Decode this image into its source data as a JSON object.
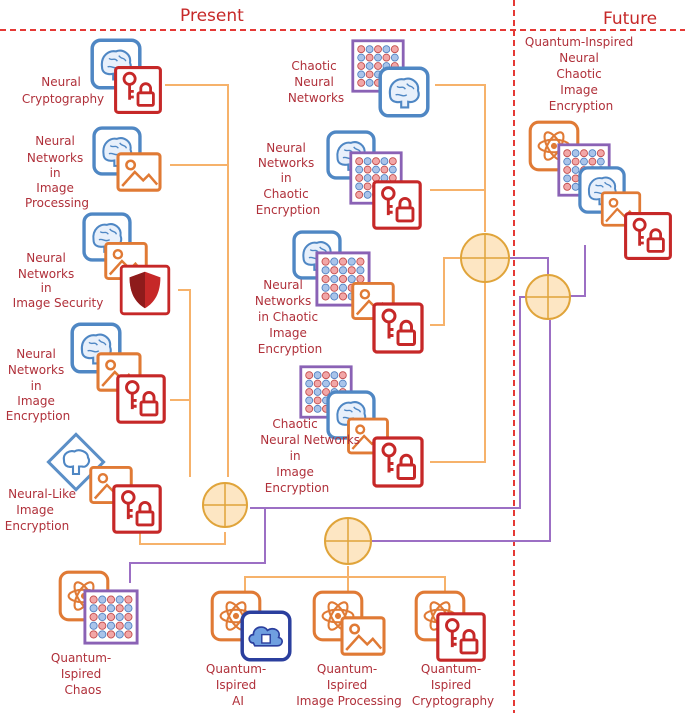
{
  "sections": {
    "present": "Present",
    "future": "Future"
  },
  "colors": {
    "divider": "#e53935",
    "orange_line": "#f6b26b",
    "purple_line": "#9c6fc4",
    "node_fill": "#fde6c3",
    "node_stroke": "#e0a43a",
    "card_red": "#c62828",
    "card_orange": "#e8833a",
    "card_blue": "#5b8fc7",
    "card_purple": "#8a62b5"
  },
  "nodes": {
    "neural_cryptography": {
      "lines": [
        "Neural",
        "Cryptography"
      ],
      "icons": [
        "brain-icon",
        "key-lock-icon"
      ]
    },
    "nn_image_processing": {
      "lines": [
        "Neural",
        "Networks",
        "in",
        "Image",
        "Processing"
      ],
      "icons": [
        "brain-icon",
        "image-icon"
      ]
    },
    "nn_image_security": {
      "lines": [
        "Neural",
        "Networks",
        "in",
        "Image Security"
      ],
      "icons": [
        "brain-icon",
        "image-icon",
        "shield-icon"
      ]
    },
    "nn_image_encryption": {
      "lines": [
        "Neural",
        "Networks",
        "in",
        "Image",
        "Encryption"
      ],
      "icons": [
        "brain-icon",
        "image-icon",
        "key-lock-icon"
      ]
    },
    "neural_like_encryption": {
      "lines": [
        "Neural-Like",
        "Image",
        "Encryption"
      ],
      "icons": [
        "tree-icon",
        "image-icon",
        "key-lock-icon"
      ]
    },
    "chaotic_nn": {
      "lines": [
        "Chaotic",
        "Neural",
        "Networks"
      ],
      "icons": [
        "dot-grid-icon",
        "brain-icon"
      ]
    },
    "nn_chaotic_encryption": {
      "lines": [
        "Neural",
        "Networks",
        "in",
        "Chaotic",
        "Encryption"
      ],
      "icons": [
        "brain-icon",
        "dot-grid-icon",
        "key-lock-icon"
      ]
    },
    "nn_chaotic_image_encryption": {
      "lines": [
        "Neural",
        "Networks",
        "in Chaotic",
        "Image",
        "Encryption"
      ],
      "icons": [
        "brain-icon",
        "dot-grid-icon",
        "image-icon",
        "key-lock-icon"
      ]
    },
    "chaotic_nn_image_encryption": {
      "lines": [
        "Chaotic",
        "Neural Networks",
        "in",
        "Image",
        "Encryption"
      ],
      "icons": [
        "dot-grid-icon",
        "brain-icon",
        "image-icon",
        "key-lock-icon"
      ]
    },
    "quantum_chaos": {
      "lines": [
        "Quantum-",
        "Ispired",
        "Chaos"
      ],
      "icons": [
        "atom-icon",
        "dot-grid-icon"
      ]
    },
    "quantum_ai": {
      "lines": [
        "Quantum-",
        "Ispired",
        "AI"
      ],
      "icons": [
        "atom-icon",
        "cloud-chip-icon"
      ]
    },
    "quantum_image_processing": {
      "lines": [
        "Quantum-",
        "Ispired",
        "Image Processing"
      ],
      "icons": [
        "atom-icon",
        "image-icon"
      ]
    },
    "quantum_cryptography": {
      "lines": [
        "Quantum-",
        "Ispired",
        "Cryptography"
      ],
      "icons": [
        "atom-icon",
        "key-lock-icon"
      ]
    },
    "quantum_neural_chaotic": {
      "lines": [
        "Quantum-Inspired",
        "Neural",
        "Chaotic",
        "Image",
        "Encryption"
      ],
      "icons": [
        "atom-icon",
        "dot-grid-icon",
        "brain-icon",
        "image-icon",
        "key-lock-icon"
      ]
    }
  }
}
